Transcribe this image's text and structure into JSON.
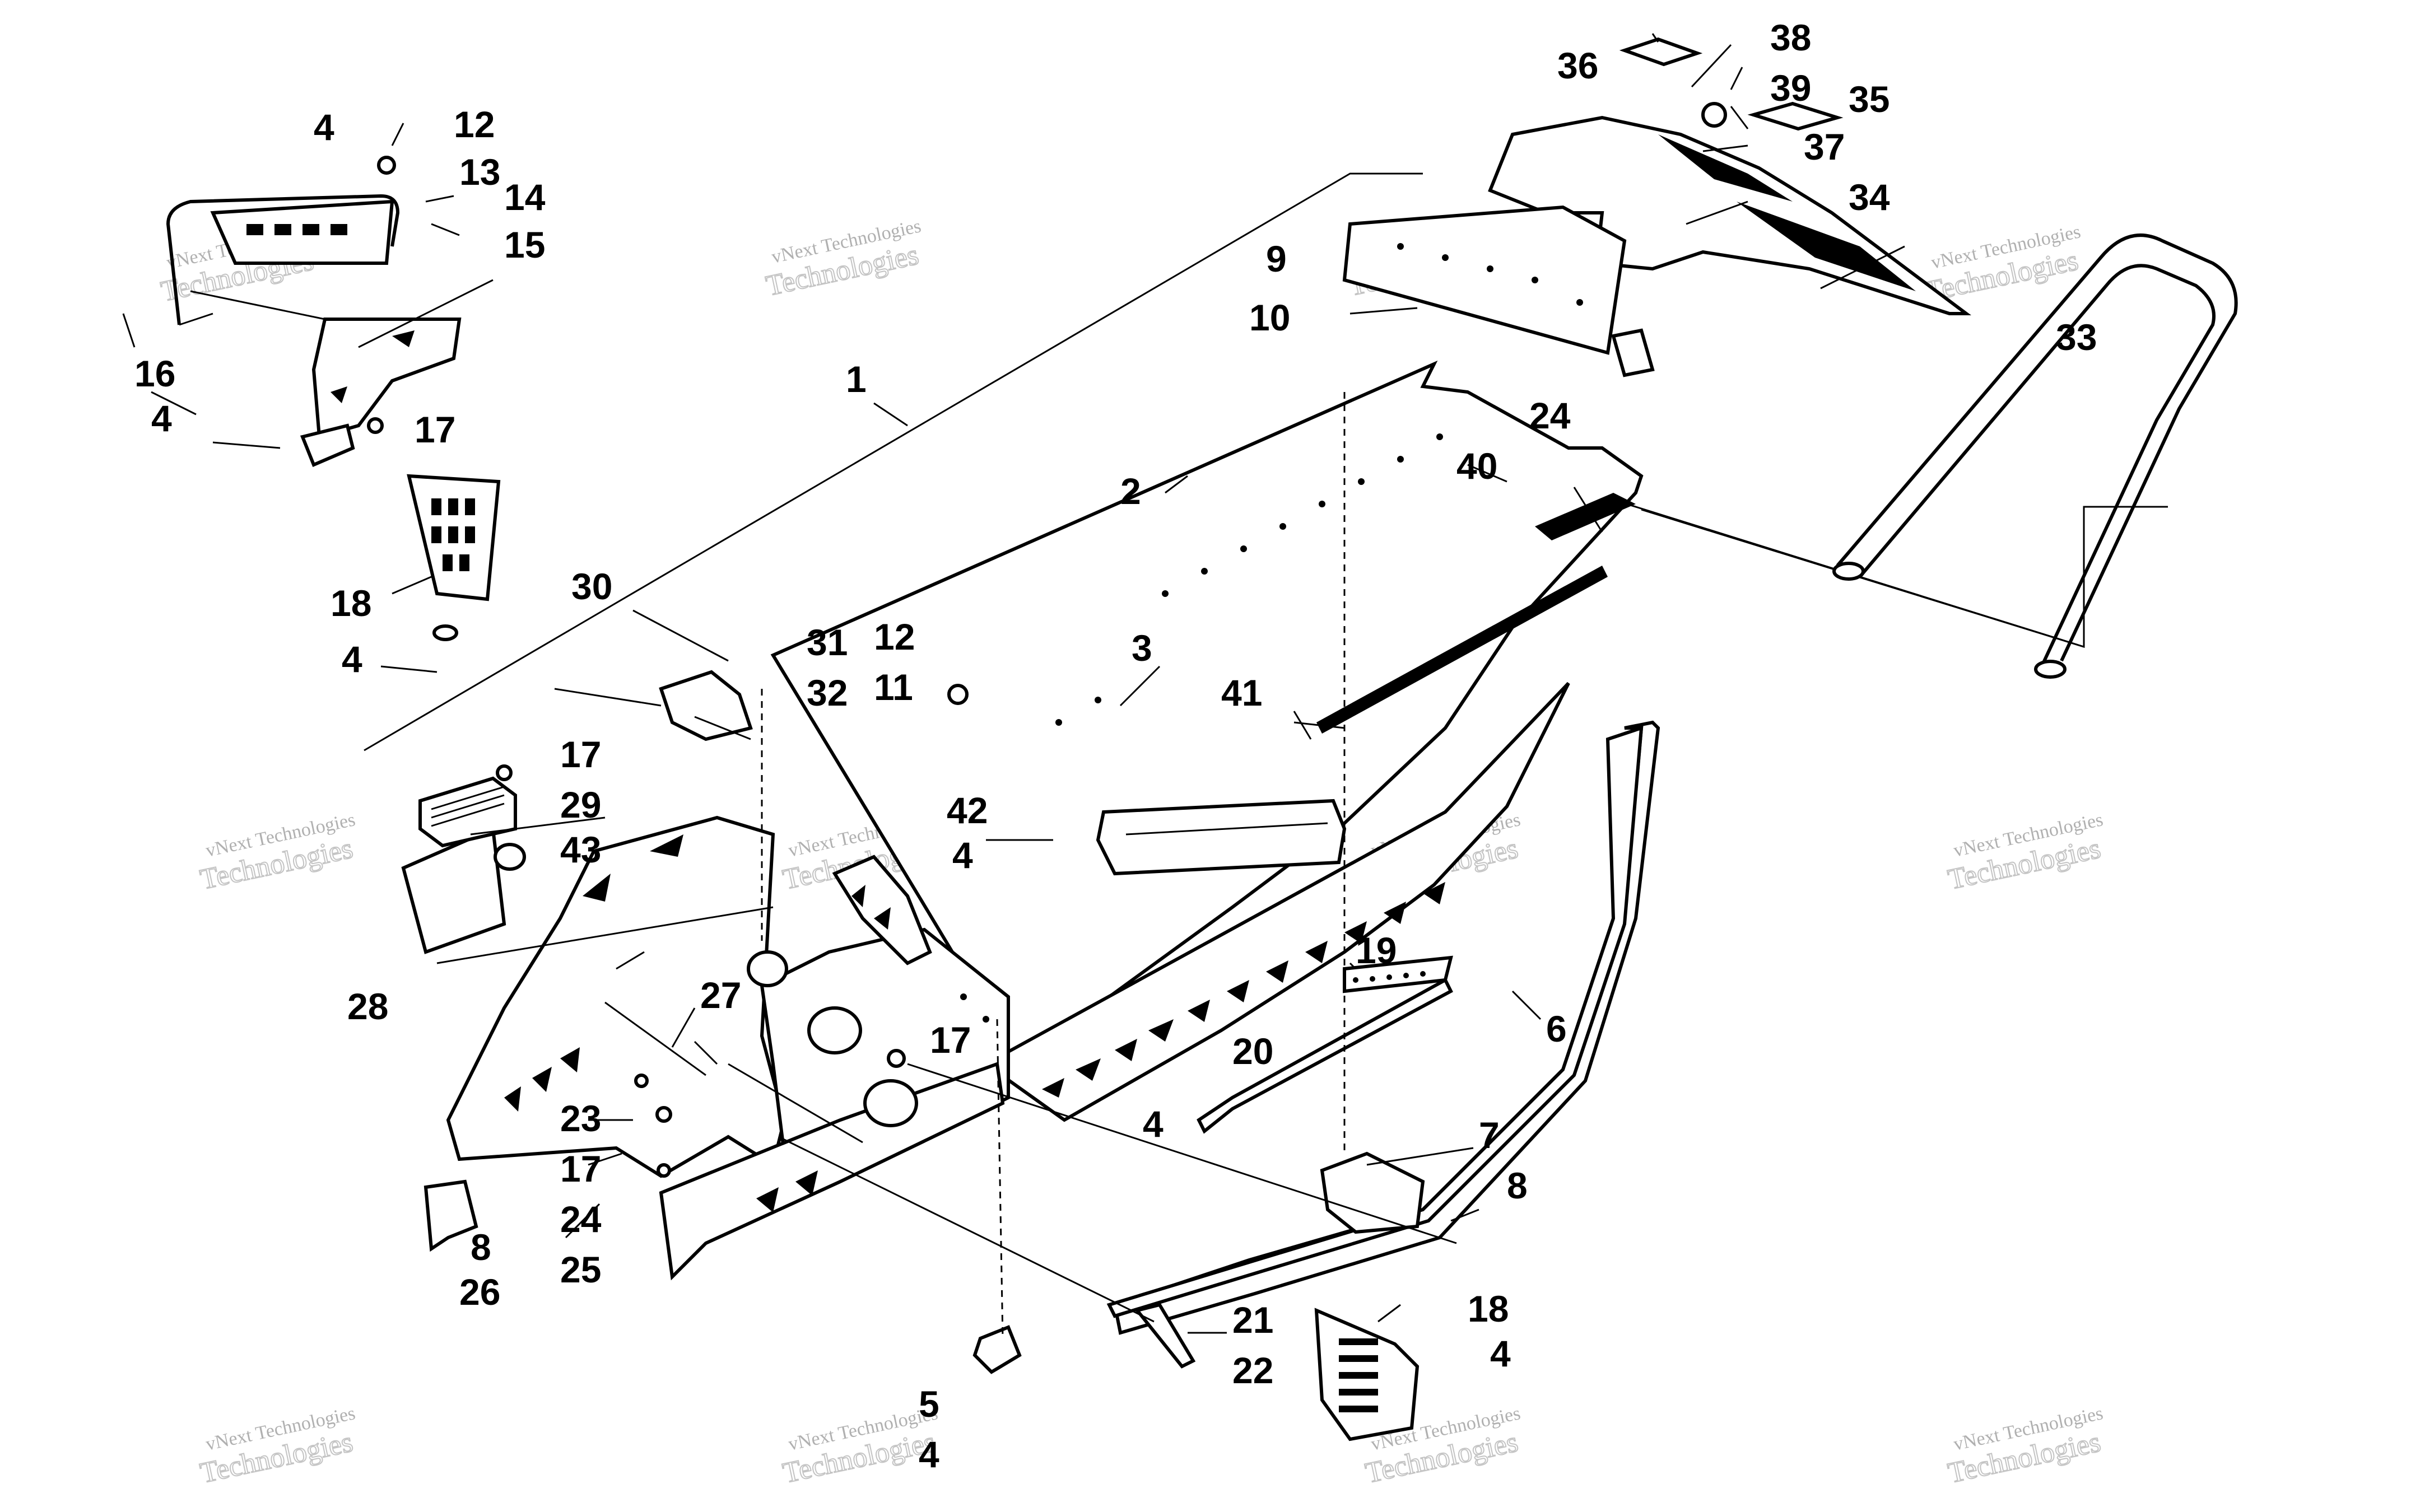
{
  "watermark": {
    "line1": "vNext Technologies",
    "line2": "Technologies"
  },
  "callouts": [
    {
      "id": "c1",
      "label": "1"
    },
    {
      "id": "c2",
      "label": "2"
    },
    {
      "id": "c3",
      "label": "3"
    },
    {
      "id": "c4a",
      "label": "4"
    },
    {
      "id": "c4b",
      "label": "4"
    },
    {
      "id": "c4c",
      "label": "4"
    },
    {
      "id": "c4d",
      "label": "4"
    },
    {
      "id": "c4e",
      "label": "4"
    },
    {
      "id": "c4f",
      "label": "4"
    },
    {
      "id": "c4g",
      "label": "4"
    },
    {
      "id": "c5",
      "label": "5"
    },
    {
      "id": "c6",
      "label": "6"
    },
    {
      "id": "c7",
      "label": "7"
    },
    {
      "id": "c8a",
      "label": "8"
    },
    {
      "id": "c8b",
      "label": "8"
    },
    {
      "id": "c9",
      "label": "9"
    },
    {
      "id": "c10",
      "label": "10"
    },
    {
      "id": "c11",
      "label": "11"
    },
    {
      "id": "c12a",
      "label": "12"
    },
    {
      "id": "c12b",
      "label": "12"
    },
    {
      "id": "c13",
      "label": "13"
    },
    {
      "id": "c14",
      "label": "14"
    },
    {
      "id": "c15",
      "label": "15"
    },
    {
      "id": "c16",
      "label": "16"
    },
    {
      "id": "c17a",
      "label": "17"
    },
    {
      "id": "c17b",
      "label": "17"
    },
    {
      "id": "c17c",
      "label": "17"
    },
    {
      "id": "c17d",
      "label": "17"
    },
    {
      "id": "c18a",
      "label": "18"
    },
    {
      "id": "c18b",
      "label": "18"
    },
    {
      "id": "c19",
      "label": "19"
    },
    {
      "id": "c20",
      "label": "20"
    },
    {
      "id": "c21",
      "label": "21"
    },
    {
      "id": "c22",
      "label": "22"
    },
    {
      "id": "c23",
      "label": "23"
    },
    {
      "id": "c24a",
      "label": "24"
    },
    {
      "id": "c24b",
      "label": "24"
    },
    {
      "id": "c25",
      "label": "25"
    },
    {
      "id": "c26",
      "label": "26"
    },
    {
      "id": "c27",
      "label": "27"
    },
    {
      "id": "c28",
      "label": "28"
    },
    {
      "id": "c29",
      "label": "29"
    },
    {
      "id": "c30",
      "label": "30"
    },
    {
      "id": "c31",
      "label": "31"
    },
    {
      "id": "c32",
      "label": "32"
    },
    {
      "id": "c33",
      "label": "33"
    },
    {
      "id": "c34",
      "label": "34"
    },
    {
      "id": "c35",
      "label": "35"
    },
    {
      "id": "c36",
      "label": "36"
    },
    {
      "id": "c37",
      "label": "37"
    },
    {
      "id": "c38",
      "label": "38"
    },
    {
      "id": "c39",
      "label": "39"
    },
    {
      "id": "c40",
      "label": "40"
    },
    {
      "id": "c41",
      "label": "41"
    },
    {
      "id": "c42",
      "label": "42"
    },
    {
      "id": "c43",
      "label": "43"
    }
  ]
}
